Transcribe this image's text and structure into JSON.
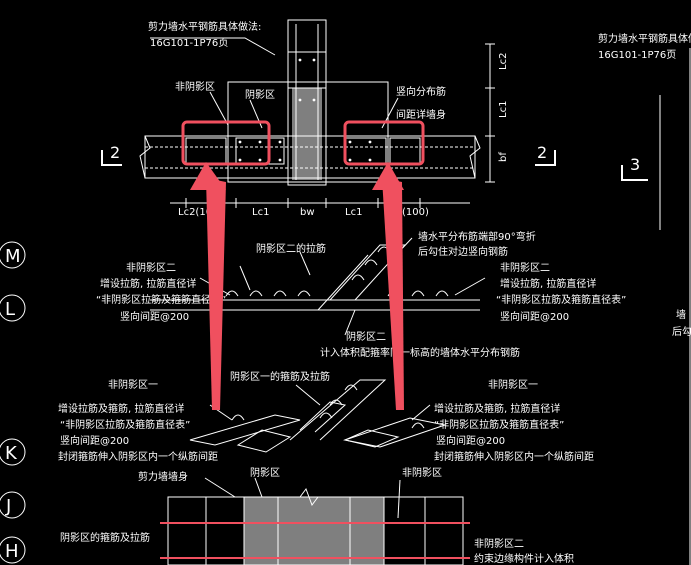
{
  "top_detail": {
    "title": "剪力墙水平钢筋具体做法:",
    "ref": "16G101-1P76页",
    "label_non_shadow": "非阴影区",
    "label_shadow": "阴影区",
    "label_vertical_dist": "竖向分布筋",
    "label_vertical_dist_2": "间距详墙身",
    "dim_lc2": "Lc2",
    "dim_lc1_right": "Lc1",
    "dim_bf": "bf",
    "dim_bottom": [
      "Lc2(100)",
      "Lc1",
      "bw",
      "Lc1",
      "(100)"
    ],
    "section_2_left": "2",
    "section_2_right": "2"
  },
  "right_detail": {
    "title": "剪力墙水平钢筋具体做",
    "ref": "16G101-1P76页",
    "section_3": "3",
    "partial_text_1": "墙",
    "partial_text_2": "后勾"
  },
  "axis_labels": [
    "M",
    "L",
    "K",
    "J",
    "H"
  ],
  "iso_upper": {
    "label_top": "墙水平分布筋端部90°弯折",
    "label_top_2": "后勾住对边竖向钢筋",
    "label_shadow2_ties": "阴影区二的拉筋",
    "left_title": "非阴影区二",
    "left_line1": "增设拉筋, 拉筋直径详",
    "left_line2": "“非阴影区拉筋及箍筋直径表”",
    "left_line3": "竖向间距@200",
    "right_title": "非阴影区二",
    "right_line1": "增设拉筋, 拉筋直径详",
    "right_line2": "“非阴影区拉筋及箍筋直径表”",
    "right_line3": "竖向间距@200",
    "bottom_label": "阴影区二",
    "bottom_label_2": "计入体积配箍率同一标高的墙体水平分布钢筋"
  },
  "iso_lower": {
    "label_top": "阴影区一的箍筋及拉筋",
    "left_title": "非阴影区一",
    "left_line1": "增设拉筋及箍筋, 拉筋直径详",
    "left_line2": "“非阴影区拉筋及箍筋直径表”",
    "left_line3": "竖向间距@200",
    "left_line4": "封闭箍筋伸入阴影区内一个纵筋间距",
    "right_title": "非阴影区一",
    "right_line1": "增设拉筋及箍筋, 拉筋直径详",
    "right_line2": "“非阴影区拉筋及箍筋直径表”",
    "right_line3": "竖向间距@200",
    "right_line4": "封闭箍筋伸入阴影区内一个纵筋间距"
  },
  "bottom_detail": {
    "label_wall": "剪力墙墙身",
    "label_shadow": "阴影区",
    "label_non_shadow": "非阴影区",
    "label_hoops": "阴影区的箍筋及拉筋",
    "label_non_shadow2": "非阴影区二",
    "label_partial": "约束边缘构件计入体积"
  },
  "colors": {
    "background": "#000000",
    "line": "#ffffff",
    "highlight": "#f0505f",
    "shade": "#7f7f7f"
  }
}
